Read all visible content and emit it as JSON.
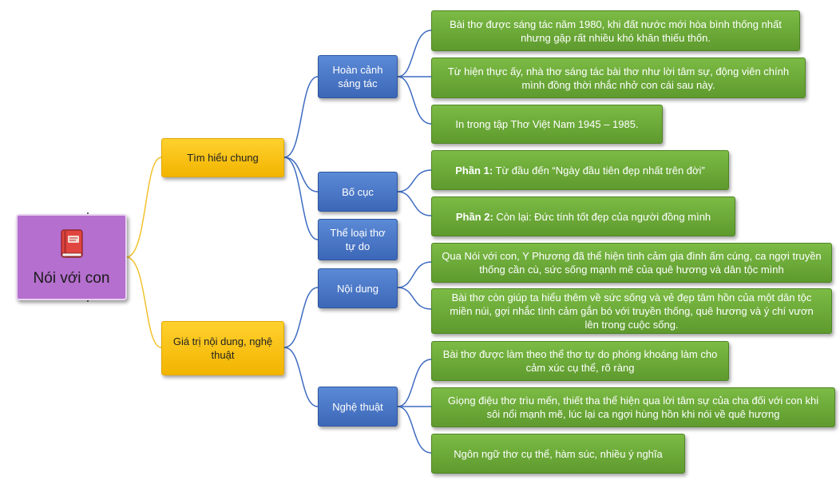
{
  "root": {
    "title": "Nói với con",
    "icon": "book-icon"
  },
  "branches": {
    "tim_hieu_chung": {
      "label": "Tìm hiểu chung",
      "hoan_canh": {
        "label": "Hoàn cảnh sáng tác",
        "leaves": [
          "Bài thơ được sáng tác năm 1980, khi đất nước mới hòa bình thống nhất nhưng gặp rất nhiều khó khăn thiếu thốn.",
          "Từ hiện thực ấy, nhà thơ sáng tác bài thơ như lời tâm sự, động viên chính mình đồng thời nhắc nhở con cái sau này.",
          "In trong tập Thơ Việt Nam 1945 – 1985."
        ]
      },
      "bo_cuc": {
        "label": "Bố cục",
        "leaves": [
          {
            "prefix": "Phần 1:",
            "text": " Từ đầu đến “Ngày đầu tiên đẹp nhất trên đời”"
          },
          {
            "prefix": "Phần 2:",
            "text": " Còn lại: Đức tính tốt đẹp của người đồng mình"
          }
        ]
      },
      "the_loai": {
        "label": "Thể loại thơ tự do"
      }
    },
    "gia_tri": {
      "label": "Giá trị nội dung, nghệ thuật",
      "noi_dung": {
        "label": "Nội dung",
        "leaves": [
          "Qua Nói với con, Y Phương đã thể hiện tình cảm gia đình ấm cúng, ca ngợi truyền thống cần cù, sức sống mạnh mẽ của quê hương và dân tộc mình",
          "Bài thơ còn giúp ta hiểu thêm về sức sống và vẻ đẹp tâm hồn của một dân tộc miền núi, gợi nhắc tình cảm gắn bó với truyền thống, quê hương và ý chí vươn lên trong cuộc sống."
        ]
      },
      "nghe_thuat": {
        "label": "Nghệ thuật",
        "leaves": [
          "Bài thơ được làm theo thể thơ tự do phóng khoáng làm cho cảm xúc cụ thể, rõ ràng",
          "Giọng điệu thơ trìu mến, thiết tha thể hiện qua lời tâm sự của cha đối với con khi sôi nổi mạnh mẽ, lúc lại ca ngợi hùng hồn khi nói về quê hương",
          "Ngôn ngữ thơ cụ thể, hàm súc, nhiều ý nghĩa"
        ]
      }
    }
  },
  "colors": {
    "root": "#b56fce",
    "level1": "#f5bd0b",
    "level2": "#4676c6",
    "leaf": "#6aa637",
    "link_level1": "#f2c12e",
    "link_level2": "#3f6cc0"
  }
}
